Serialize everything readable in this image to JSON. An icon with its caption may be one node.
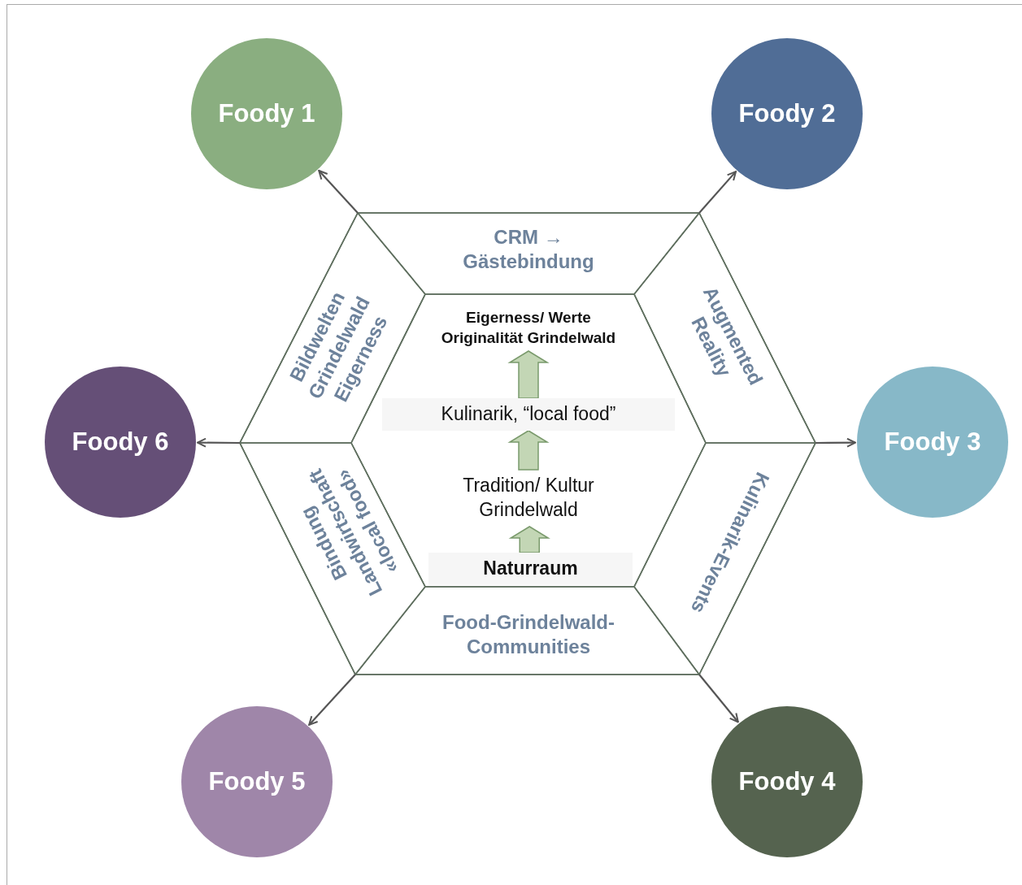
{
  "diagram": {
    "nodes": [
      {
        "text": [
          "Foody 1"
        ]
      },
      {
        "text": [
          "Foody 2"
        ]
      },
      {
        "text": [],
        "shape": "hexagon"
      },
      {
        "text": [
          "CRM → Gästebindung"
        ],
        "in": 2
      },
      {
        "text": [
          "Bildwelten Grindelwald Eigerness"
        ],
        "in": 2
      },
      {
        "text": [
          "Augmented Reality"
        ],
        "in": 2
      },
      {
        "text": [],
        "shape": "hexagon",
        "in": 2
      },
      {
        "text": [
          "Eigerness/ Werte Originalität Grindelwald"
        ],
        "in": 6
      },
      {
        "text": [
          "Kulinarik, “local food”"
        ],
        "in": 6
      },
      {
        "text": [
          "Tradition/ Kultur Grindelwald"
        ],
        "in": 6
      },
      {
        "text": [
          "Naturraum"
        ],
        "in": 6
      },
      {
        "text": [
          "Foody 6"
        ]
      },
      {
        "text": [
          "Foody 3"
        ]
      },
      {
        "text": [
          "Bindung Landwirtschaft «local food»"
        ],
        "in": 2
      },
      {
        "text": [
          "Kulinarik-Events"
        ],
        "in": 2
      },
      {
        "text": [
          "Food-Grindelwald- Communities"
        ],
        "in": 2
      },
      {
        "text": [
          "Foody 5"
        ]
      },
      {
        "text": [
          "Foody 4"
        ]
      }
    ],
    "edges": [
      {
        "from": 2,
        "to": 0,
        "arrow": "to"
      },
      {
        "from": 2,
        "to": 1,
        "arrow": "to"
      },
      {
        "from": 2,
        "to": 11,
        "arrow": "to"
      },
      {
        "from": 2,
        "to": 12,
        "arrow": "to"
      },
      {
        "from": 2,
        "to": 16,
        "arrow": "to"
      },
      {
        "from": 2,
        "to": 17,
        "arrow": "to"
      },
      {
        "from": 10,
        "to": 9,
        "arrow": "to",
        "style": "thick",
        "color": "#c3d6b5"
      },
      {
        "from": 9,
        "to": 8,
        "arrow": "to",
        "style": "thick",
        "color": "#c3d6b5"
      },
      {
        "from": 8,
        "to": 7,
        "arrow": "to",
        "style": "thick",
        "color": "#c3d6b5"
      }
    ]
  }
}
